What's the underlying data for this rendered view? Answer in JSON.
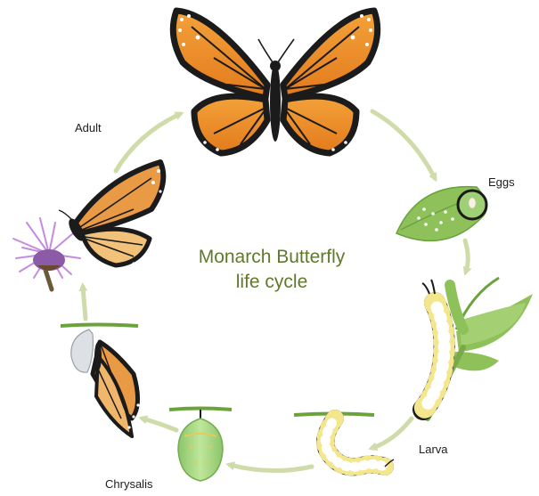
{
  "diagram": {
    "title_line1": "Monarch Butterfly",
    "title_line2": "life cycle",
    "stages": [
      {
        "label": "Adult"
      },
      {
        "label": "Eggs"
      },
      {
        "label": "Larva"
      },
      {
        "label": "Chrysalis"
      }
    ]
  },
  "colors": {
    "arrow": "#cfdcaa",
    "title": "#5e7a2a",
    "wing_orange": "#e8902a",
    "wing_black": "#1b1b1b",
    "leaf_green": "#8fc15b",
    "chrysalis_green": "#9fd47a",
    "flower_purple": "#c48be0"
  },
  "icons": [
    "monarch-butterfly-icon",
    "eggs-on-leaf-icon",
    "caterpillar-icon",
    "hanging-caterpillar-icon",
    "chrysalis-icon",
    "emerging-butterfly-icon",
    "butterfly-on-flower-icon"
  ]
}
